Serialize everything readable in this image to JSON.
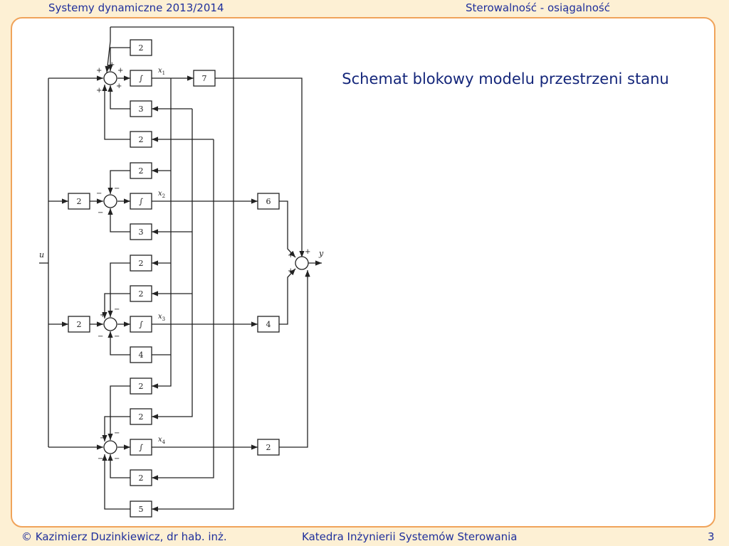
{
  "header": {
    "left": "Systemy dynamiczne 2013/2014",
    "right": "Sterowalność - osiągalność"
  },
  "slide": {
    "title": "Schemat blokowy modelu przestrzeni stanu"
  },
  "footer": {
    "author": "© Kazimierz Duzinkiewicz, dr hab. inż.",
    "department": "Katedra Inżynierii Systemów Sterowania",
    "page": "3"
  },
  "diagram": {
    "input_label": "u",
    "output_label": "y",
    "integrator_symbol": "∫",
    "state_labels": [
      "x1",
      "x2",
      "x3",
      "x4"
    ],
    "summer_signs": {
      "x1": [
        "+",
        "+",
        "+",
        "+",
        "+"
      ],
      "x2": [
        "−",
        "−",
        "−"
      ],
      "x3": [
        "+",
        "−",
        "−",
        "−"
      ],
      "x4": [
        "−",
        "−",
        "−",
        "−"
      ],
      "output": [
        "+",
        "+",
        "+",
        "+"
      ]
    },
    "blocks": {
      "x1_row": [
        "2",
        "3",
        "2"
      ],
      "x2_row": [
        "2",
        "2",
        "3"
      ],
      "x3_row": [
        "2",
        "2",
        "2",
        "4"
      ],
      "x4_row": [
        "2",
        "2",
        "2",
        "5"
      ],
      "output_gains": [
        "7",
        "6",
        "4",
        "2"
      ]
    }
  }
}
